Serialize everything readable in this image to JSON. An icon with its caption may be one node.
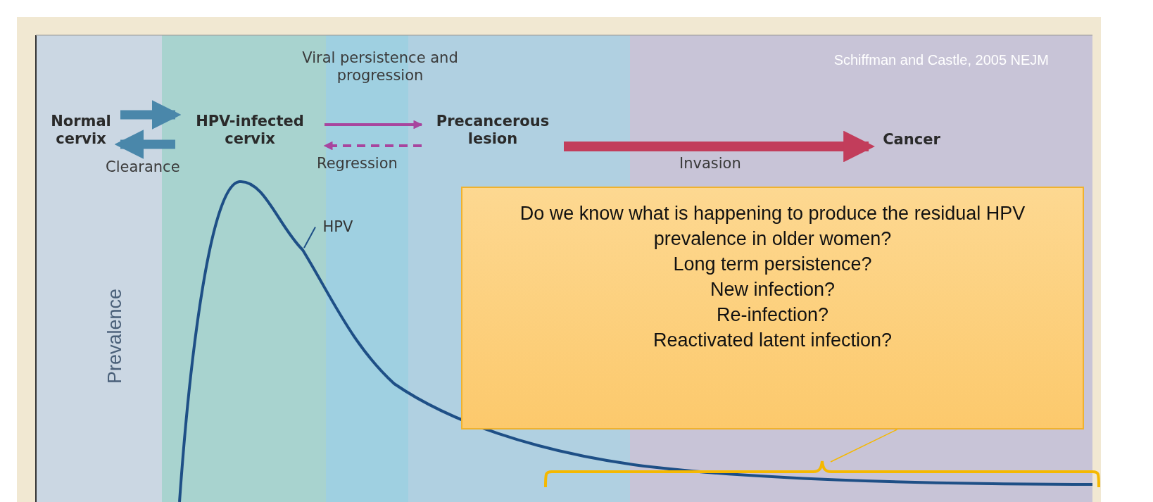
{
  "diagram": {
    "nodes": [
      {
        "text": [
          "Normal cervix"
        ]
      },
      {
        "text": [
          "HPV-infected cervix"
        ]
      },
      {
        "text": [
          "Precancerous lesion"
        ]
      },
      {
        "text": [
          "Cancer"
        ]
      },
      {
        "text": [
          "HPV"
        ]
      },
      {
        "text": [
          "Do we know what is happening to produce the residual HPV prevalence in older women?",
          "Long term persistence?",
          "New infection?",
          "Re-infection?",
          "Reactivated latent infection?"
        ]
      },
      {
        "text": [],
        "shape": "bracket"
      }
    ],
    "edges": [
      {
        "from": 0,
        "to": 1,
        "arrow": "to",
        "style": "thick",
        "color": "#4a87aa"
      },
      {
        "from": 1,
        "to": 0,
        "arrow": "to",
        "label": "Clearance",
        "style": "thick",
        "color": "#4a87aa"
      },
      {
        "from": 1,
        "to": 2,
        "arrow": "to",
        "label": "Viral persistence and progression",
        "color": "#a8459e"
      },
      {
        "from": 2,
        "to": 1,
        "arrow": "to",
        "label": "Regression",
        "style": "dashed",
        "color": "#a8459e"
      },
      {
        "from": 2,
        "to": 3,
        "arrow": "to",
        "label": "Invasion",
        "style": "thick",
        "color": "#c23d5b"
      },
      {
        "from": 4,
        "to": null,
        "arrow": "none",
        "color": "#1e4f86"
      },
      {
        "from": 5,
        "to": 6,
        "arrow": "none",
        "color": "#f5b800"
      }
    ],
    "labels": [
      "Schiffman and Castle, 2005 NEJM",
      "Prevalence"
    ]
  }
}
